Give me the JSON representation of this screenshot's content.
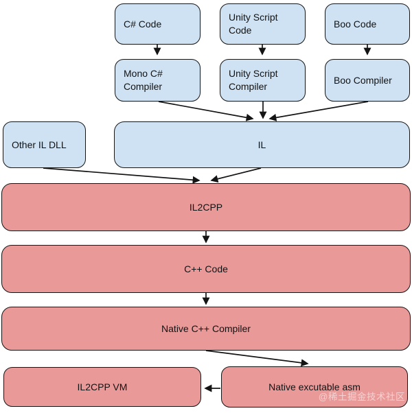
{
  "diagram": {
    "nodes": {
      "csharp_code": {
        "label": "C# Code"
      },
      "unity_script_code": {
        "label": "Unity Script Code"
      },
      "boo_code": {
        "label": "Boo Code"
      },
      "mono_compiler": {
        "label": "Mono C# Compiler"
      },
      "unity_compiler": {
        "label": "Unity Script Compiler"
      },
      "boo_compiler": {
        "label": "Boo Compiler"
      },
      "other_il_dll": {
        "label": "Other IL DLL"
      },
      "il": {
        "label": "IL"
      },
      "il2cpp": {
        "label": "IL2CPP"
      },
      "cpp_code": {
        "label": "C++ Code"
      },
      "native_compiler": {
        "label": "Native C++ Compiler"
      },
      "il2cpp_vm": {
        "label": "IL2CPP VM"
      },
      "native_asm": {
        "label": "Native excutable asm"
      }
    },
    "edges": [
      {
        "from": "csharp_code",
        "to": "mono_compiler"
      },
      {
        "from": "unity_script_code",
        "to": "unity_compiler"
      },
      {
        "from": "boo_code",
        "to": "boo_compiler"
      },
      {
        "from": "mono_compiler",
        "to": "il"
      },
      {
        "from": "unity_compiler",
        "to": "il"
      },
      {
        "from": "boo_compiler",
        "to": "il"
      },
      {
        "from": "other_il_dll",
        "to": "il2cpp"
      },
      {
        "from": "il",
        "to": "il2cpp"
      },
      {
        "from": "il2cpp",
        "to": "cpp_code"
      },
      {
        "from": "cpp_code",
        "to": "native_compiler"
      },
      {
        "from": "native_compiler",
        "to": "native_asm"
      },
      {
        "from": "native_asm",
        "to": "il2cpp_vm"
      }
    ],
    "colors": {
      "source_fill": "#cfe2f3",
      "target_fill": "#ea9999",
      "line": "#141414"
    },
    "watermark": "@稀土掘金技术社区"
  }
}
